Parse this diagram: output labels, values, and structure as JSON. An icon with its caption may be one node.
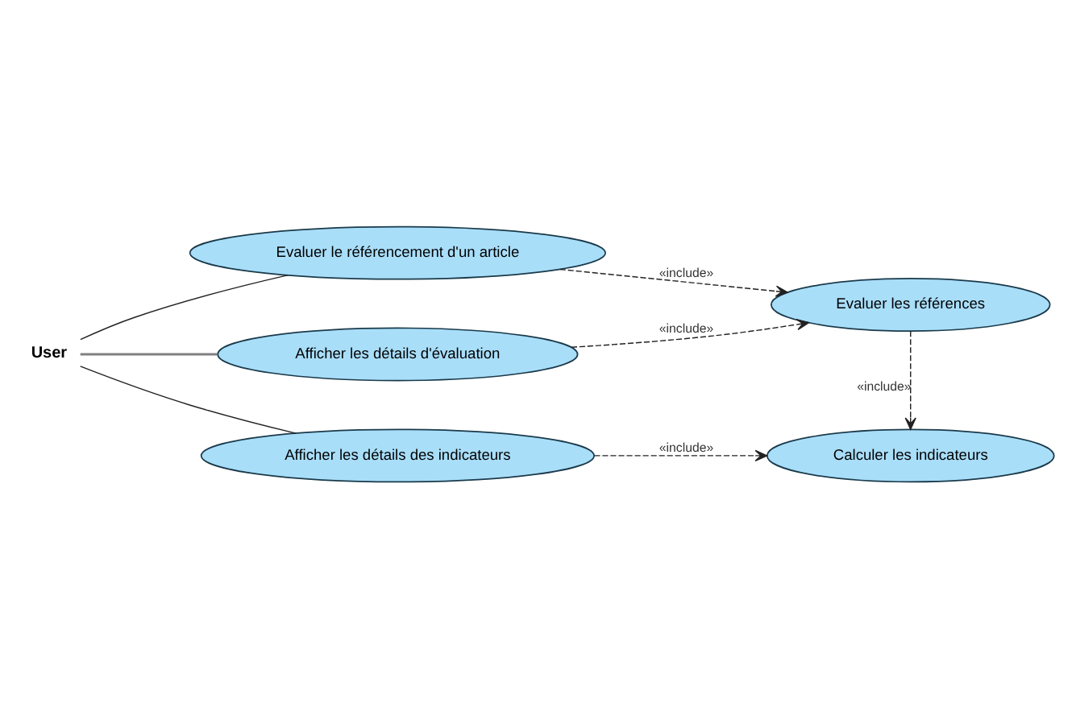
{
  "diagram": {
    "nodes": [
      {
        "text": [
          "User"
        ]
      },
      {
        "text": [
          "Evaluer le référencement d'un article"
        ]
      },
      {
        "text": [
          "Afficher les détails d'évaluation"
        ]
      },
      {
        "text": [
          "Afficher les détails des indicateurs"
        ]
      },
      {
        "text": [
          "Evaluer les références"
        ]
      },
      {
        "text": [
          "Calculer les indicateurs"
        ]
      }
    ],
    "edges": [
      {
        "from": 0,
        "to": 1,
        "arrow": "none"
      },
      {
        "from": 0,
        "to": 2,
        "arrow": "none",
        "color": "#808080"
      },
      {
        "from": 0,
        "to": 3,
        "arrow": "none"
      },
      {
        "from": 1,
        "to": 4,
        "arrow": "to",
        "label": "«include»",
        "style": "dashed"
      },
      {
        "from": 2,
        "to": 4,
        "arrow": "to",
        "label": "«include»",
        "style": "dashed"
      },
      {
        "from": 4,
        "to": 5,
        "arrow": "to",
        "label": "«include»",
        "style": "dashed"
      },
      {
        "from": 3,
        "to": 5,
        "arrow": "to",
        "label": "«include»",
        "style": "dashed"
      }
    ]
  }
}
